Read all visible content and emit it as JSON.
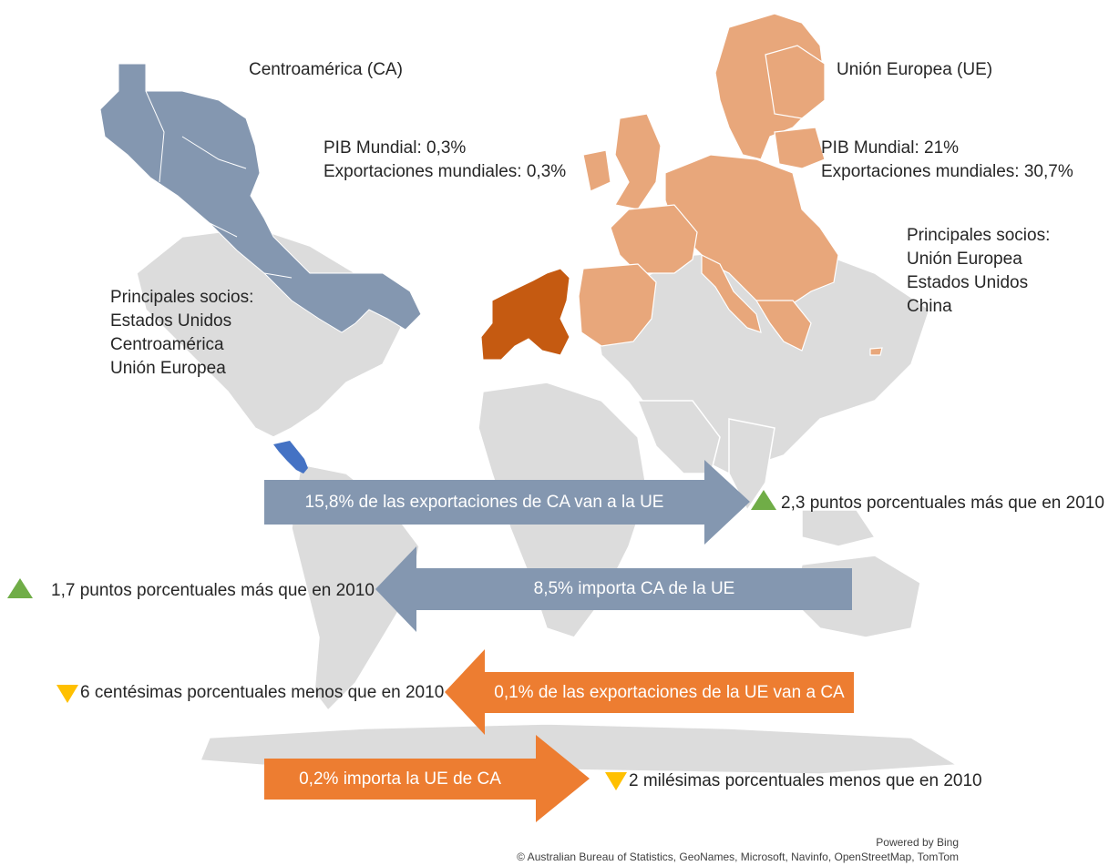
{
  "colors": {
    "land": "#dcdcdc",
    "ca_region": "#8497b0",
    "ca_small": "#4472c4",
    "eu_region": "#e8a77b",
    "eu_small": "#c55a11",
    "arrow_blue": "#8497b0",
    "arrow_orange": "#ed7d31",
    "up_triangle": "#70ad47",
    "down_triangle": "#ffc000"
  },
  "icons": {
    "up": "triangle-up-icon",
    "down": "triangle-down-icon"
  },
  "ca": {
    "title": "Centroamérica (CA)",
    "pib": "PIB Mundial: 0,3%",
    "exports": "Exportaciones mundiales: 0,3%",
    "partners": [
      "Principales socios:",
      "Estados Unidos",
      "Centroamérica",
      "Unión Europea"
    ]
  },
  "eu": {
    "title": "Unión Europea (UE)",
    "pib": "PIB Mundial: 21%",
    "exports": "Exportaciones mundiales: 30,7%",
    "partners": [
      "Principales socios:",
      "Unión Europea",
      "Estados Unidos",
      "China"
    ]
  },
  "flows": [
    {
      "text": "15,8% de las exportaciones de CA van a la UE",
      "change": "2,3 puntos porcentuales más que en 2010",
      "trend": "up"
    },
    {
      "text": "8,5% importa CA de la UE",
      "change": "1,7 puntos porcentuales más que en 2010",
      "trend": "up"
    },
    {
      "text": "0,1% de las exportaciones de la UE van a CA",
      "change": "6 centésimas porcentuales menos que en 2010",
      "trend": "down"
    },
    {
      "text": "0,2% importa la UE de CA",
      "change": "2 milésimas porcentuales menos que en 2010",
      "trend": "down"
    }
  ],
  "credits": {
    "powered": "Powered by Bing",
    "attribution": "© Australian Bureau of Statistics, GeoNames, Microsoft, Navinfo, OpenStreetMap, TomTom"
  }
}
